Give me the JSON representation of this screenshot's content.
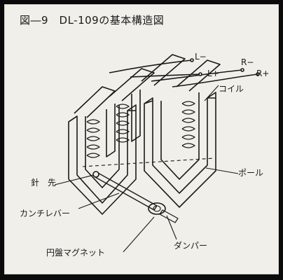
{
  "figure": {
    "title": "図―9　DL-109の基本構造図"
  },
  "labels": {
    "l_minus": "L−",
    "l_plus": "L+",
    "r_minus": "R−",
    "r_plus": "R+",
    "coil": "コイル",
    "needle_tip": "針　先",
    "pole": "ポール",
    "cantilever": "カンチレバー",
    "damper": "ダンパー",
    "disc_magnet": "円盤マグネット"
  }
}
